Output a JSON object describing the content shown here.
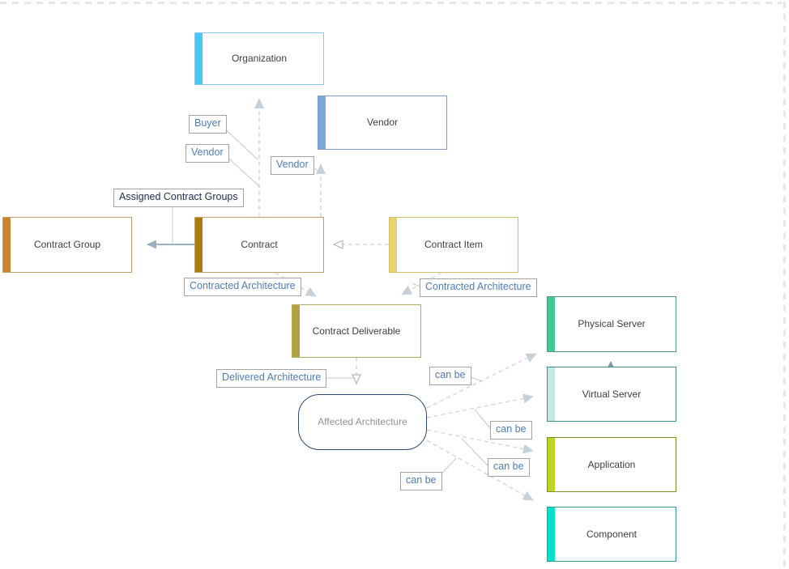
{
  "diagram": {
    "background": "#ffffff",
    "page_break_color": "#e7e7e7",
    "dashed_edge_color": "#d5dbe2",
    "solid_edge_color": "#9cb0c4",
    "leader_line_color": "#c8c8c8",
    "label_text_color": "#4f7db3",
    "label_dark_text_color": "#22304f",
    "node_text_color": "#3d4045"
  },
  "nodes": {
    "organization": {
      "label": "Organization",
      "stripe": "#45c8f1",
      "border": "#8ec6e8"
    },
    "vendor": {
      "label": "Vendor",
      "stripe": "#7ba7dc",
      "border": "#7d9cc9"
    },
    "contract_group": {
      "label": "Contract Group",
      "stripe": "#c8842e",
      "border": "#c0a269"
    },
    "contract": {
      "label": "Contract",
      "stripe": "#ab7d10",
      "border": "#c0a269"
    },
    "contract_item": {
      "label": "Contract Item",
      "stripe": "#e6d26e",
      "border": "#cfc269"
    },
    "contract_deliverable": {
      "label": "Contract Deliverable",
      "stripe": "#b3a33d",
      "border": "#b3ab66"
    },
    "affected_architecture": {
      "label": "Affected Architecture",
      "border": "#2d4a73",
      "text_color": "#8d929b"
    },
    "physical_server": {
      "label": "Physical Server",
      "stripe": "#41c893",
      "border": "#4f9484"
    },
    "virtual_server": {
      "label": "Virtual Server",
      "stripe": "#c0e8e4",
      "border": "#3f8e88"
    },
    "application": {
      "label": "Application",
      "stripe": "#bdd426",
      "border": "#7f8b28"
    },
    "component": {
      "label": "Component",
      "stripe": "#04dfc8",
      "border": "#2f9e96"
    }
  },
  "edge_labels": {
    "buyer": "Buyer",
    "vendor_to_organization": "Vendor",
    "vendor_to_vendor": "Vendor",
    "assigned_contract_groups": "Assigned Contract Groups",
    "contracted_architecture_contract": "Contracted Architecture",
    "contracted_architecture_item": "Contracted Architecture",
    "delivered_architecture": "Delivered Architecture",
    "can_be_physical_server": "can be",
    "can_be_virtual_server": "can be",
    "can_be_application": "can be",
    "can_be_component": "can be"
  }
}
